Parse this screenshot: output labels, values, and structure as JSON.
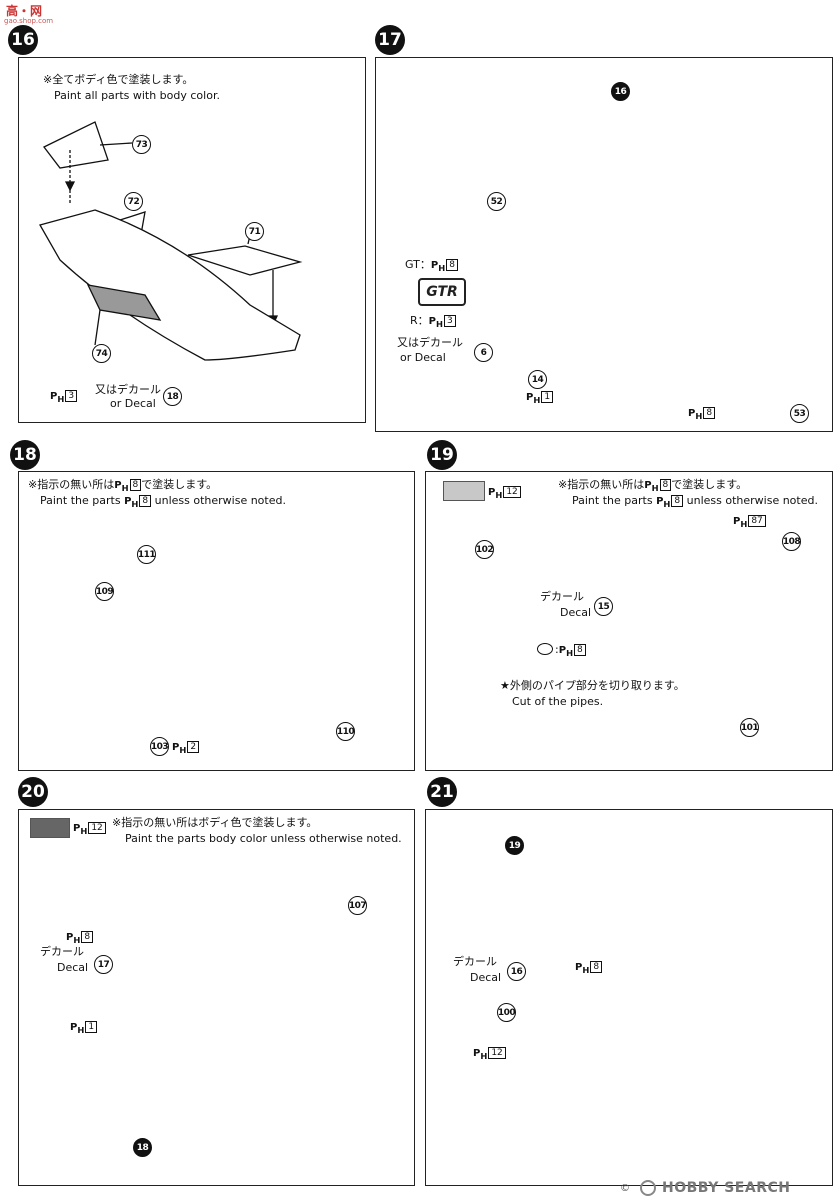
{
  "header": {
    "site_logo": "高・网",
    "site_sub": "gao.shop.com"
  },
  "step16": {
    "number": "16",
    "note_jp": "※全てボディ色で塗装します。",
    "note_en": "Paint all parts with body color.",
    "parts": [
      "73",
      "72",
      "71",
      "74"
    ],
    "paint_label": "3",
    "decal_jp": "又はデカール",
    "decal_en": "or  Decal",
    "decal_num": "18"
  },
  "step17": {
    "number": "17",
    "parts": [
      "16",
      "52",
      "14",
      "53"
    ],
    "gt_label": "GT：",
    "gt_paint": "8",
    "r_label": "R：",
    "r_paint": "3",
    "decal_jp": "又はデカール",
    "decal_en": "or  Decal",
    "decal_num": "6",
    "paint_14": "1",
    "paint_53": "8"
  },
  "step18": {
    "number": "18",
    "note_jp": "※指示の無い所は",
    "note_jp2": "で塗装します。",
    "note_paint": "8",
    "note_en": "Paint the parts",
    "note_en2": "unless otherwise noted.",
    "parts": [
      "111",
      "109",
      "110",
      "103"
    ],
    "paint_103": "2"
  },
  "step19": {
    "number": "19",
    "swatch_paint": "12",
    "note_jp": "※指示の無い所は",
    "note_jp2": "で塗装します。",
    "note_paint": "8",
    "note_en": "Paint the parts",
    "note_en2": "unless otherwise noted.",
    "paint_87": "87",
    "parts": [
      "102",
      "108",
      "101"
    ],
    "decal_jp": "デカール",
    "decal_en": "Decal",
    "decal_num": "15",
    "symbol_paint": "8",
    "cut_jp": "★外側のパイプ部分を切り取ります。",
    "cut_en": "Cut of the pipes."
  },
  "step20": {
    "number": "20",
    "swatch_paint": "12",
    "note_jp": "※指示の無い所はボディ色で塗装します。",
    "note_en": "Paint the parts body color unless otherwise noted.",
    "parts": [
      "107",
      "18"
    ],
    "paint_8": "8",
    "decal_jp": "デカール",
    "decal_en": "Decal",
    "decal_num": "17",
    "paint_1": "1"
  },
  "step21": {
    "number": "21",
    "parts": [
      "19",
      "100"
    ],
    "decal_jp": "デカール",
    "decal_en": "Decal",
    "decal_num": "16",
    "paint_8": "8",
    "paint_12": "12"
  },
  "watermark": "HOBBY SEARCH",
  "copyright": "©"
}
